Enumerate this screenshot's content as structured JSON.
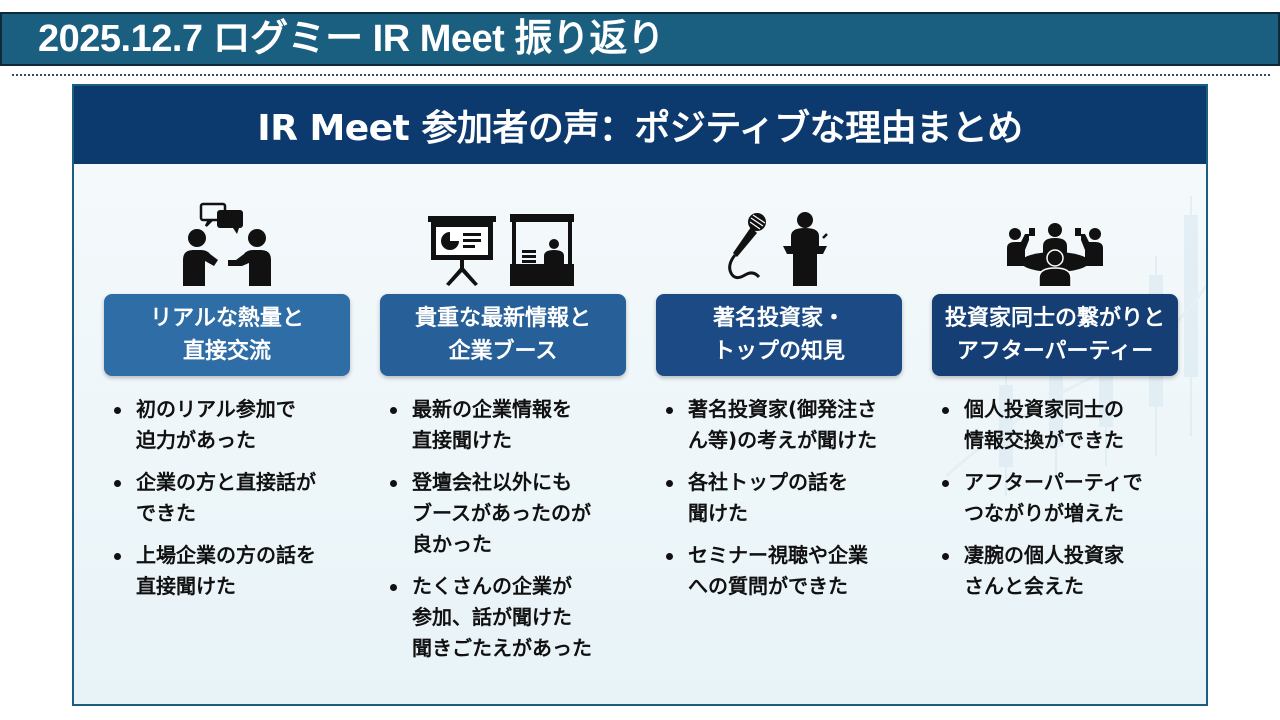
{
  "header": {
    "title": "2025.12.7 ログミー IR Meet 振り返り"
  },
  "panel": {
    "title": "IR Meet 参加者の声：ポジティブな理由まとめ",
    "columns": [
      {
        "icon": "people-conversation-icon",
        "label": "リアルな熱量と\n直接交流",
        "bullets": [
          "初のリアル参加で\n迫力があった",
          "企業の方と直接話が\nできた",
          "上場企業の方の話を\n直接聞けた"
        ]
      },
      {
        "icon": "presentation-and-booth-icon",
        "label": "貴重な最新情報と\n企業ブース",
        "bullets": [
          "最新の企業情報を\n直接聞けた",
          "登壇会社以外にも\nブースがあったのが\n良かった",
          "たくさんの企業が\n参加、話が聞けた\n聞きごたえがあった"
        ]
      },
      {
        "icon": "microphone-podium-icon",
        "label": "著名投資家・\nトップの知見",
        "bullets": [
          "著名投資家(御発注さ\nん等)の考えが聞けた",
          "各社トップの話を\n聞けた",
          "セミナー視聴や企業\nへの質問ができた"
        ]
      },
      {
        "icon": "party-networking-icon",
        "label": "投資家同士の繋がりと\nアフターパーティー",
        "bullets": [
          "個人投資家同士の\n情報交換ができた",
          "アフターパーティで\nつながりが増えた",
          "凄腕の個人投資家\nさんと会えた"
        ]
      }
    ]
  },
  "colors": {
    "header_bg": "#1b5f80",
    "title_bar_bg": "#0d3a6e",
    "label_bg": [
      "#2f6da6",
      "#275f98",
      "#1b4a85",
      "#153e75"
    ]
  }
}
